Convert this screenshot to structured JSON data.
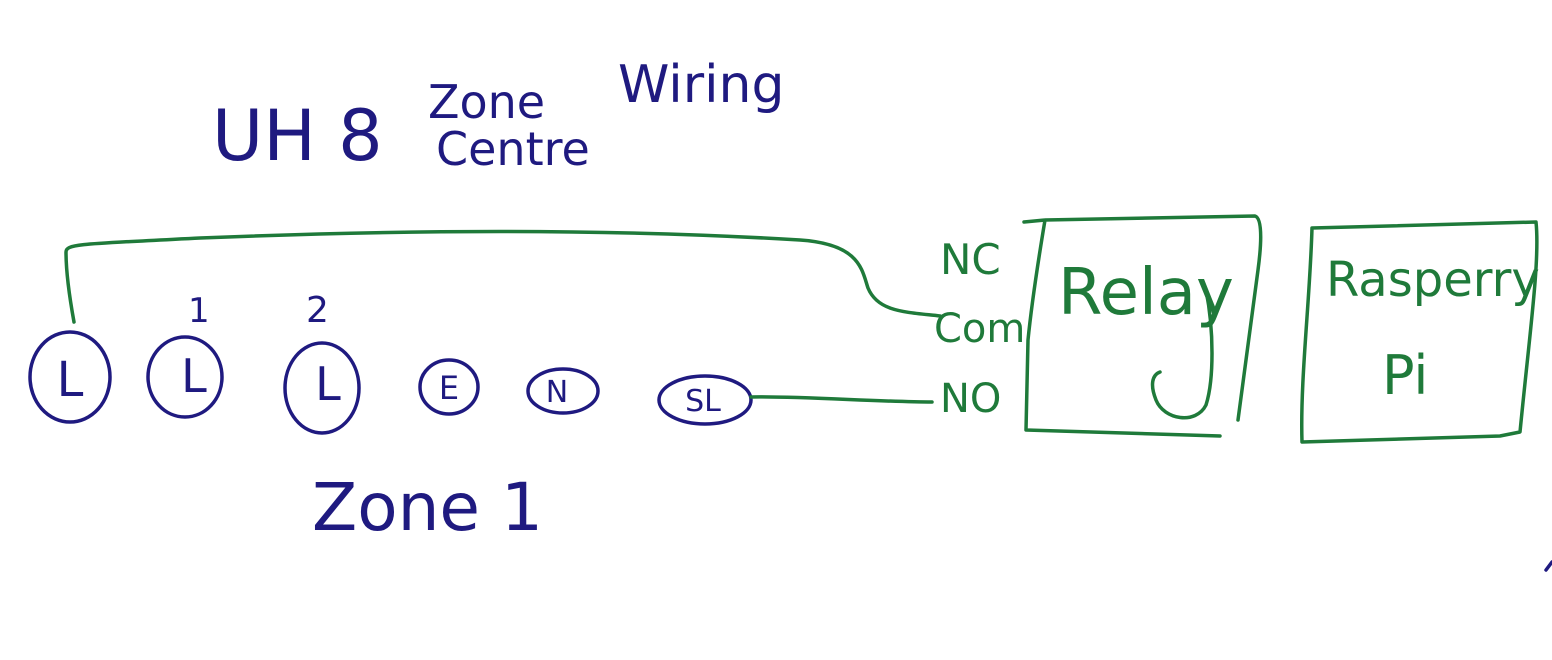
{
  "title": {
    "part1": "UH 8",
    "part2_line1": "Zone",
    "part2_line2": "Centre",
    "part3": "Wiring"
  },
  "terminals": [
    {
      "label": "L",
      "number": ""
    },
    {
      "label": "L",
      "number": "1"
    },
    {
      "label": "L",
      "number": "2"
    },
    {
      "label": "E",
      "number": ""
    },
    {
      "label": "N",
      "number": ""
    },
    {
      "label": "SL",
      "number": ""
    }
  ],
  "zone_label": "Zone 1",
  "relay": {
    "label": "Relay",
    "pins": {
      "nc": "NC",
      "com": "Com",
      "no": "NO"
    }
  },
  "pi": {
    "line1": "Rasperry",
    "line2": "Pi"
  },
  "colors": {
    "ink_blue": "#1f1a80",
    "ink_green": "#1f7a3a"
  }
}
